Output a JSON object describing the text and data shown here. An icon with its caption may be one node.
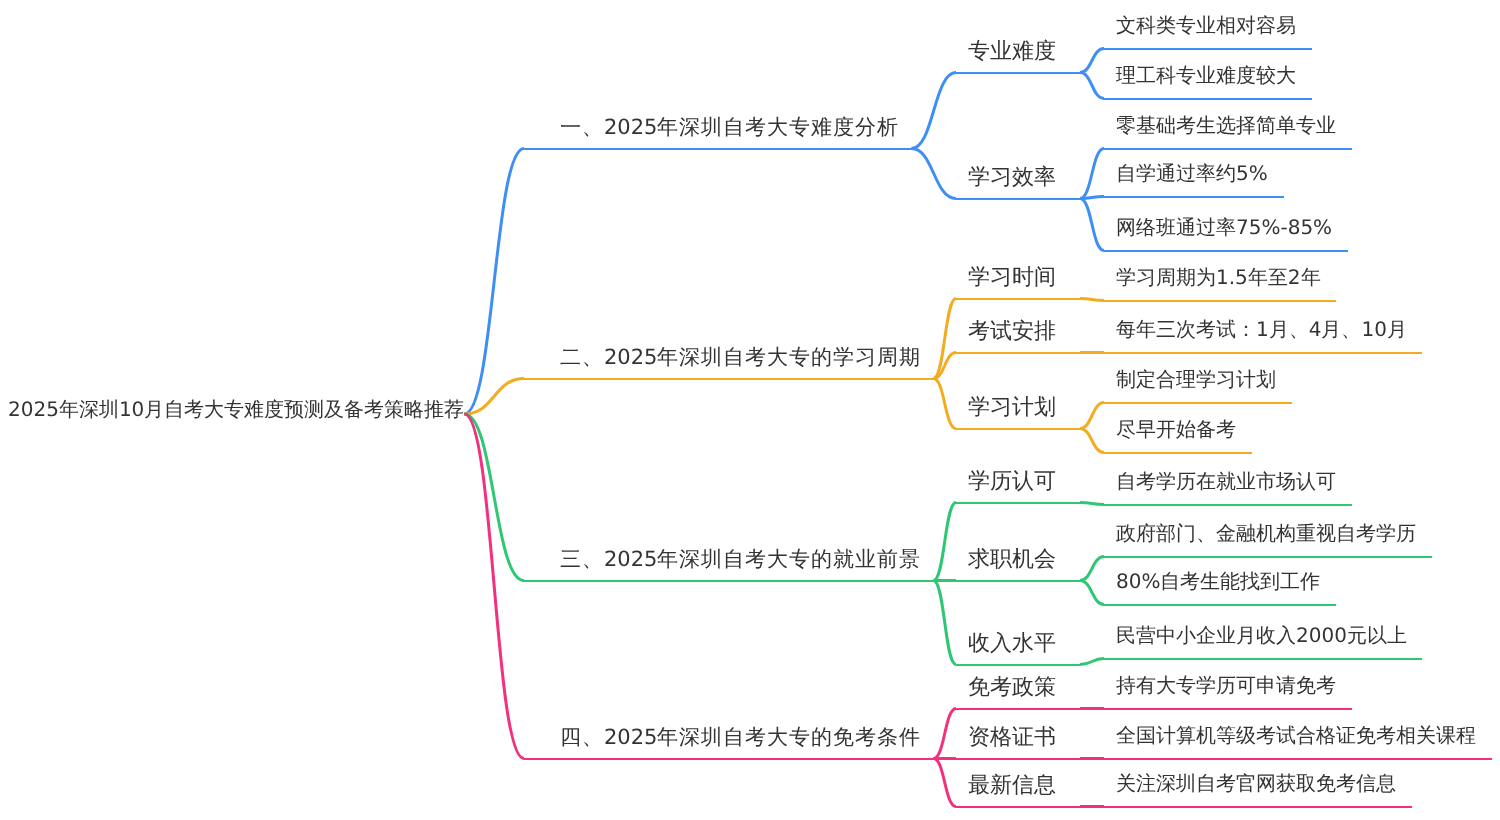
{
  "diagram": {
    "nodes": [
      {
        "text": [
          "2025年深圳10月自考大专难度预测及备考策略推荐"
        ]
      },
      {
        "text": [
          "一、2025年深圳自考大专难度分析"
        ]
      },
      {
        "text": [
          "专业难度"
        ]
      },
      {
        "text": [
          "文科类专业相对容易"
        ]
      },
      {
        "text": [
          "理工科专业难度较大"
        ]
      },
      {
        "text": [
          "学习效率"
        ]
      },
      {
        "text": [
          "零基础考生选择简单专业"
        ]
      },
      {
        "text": [
          "自学通过率约5%"
        ]
      },
      {
        "text": [
          "网络班通过率75%-85%"
        ]
      },
      {
        "text": [
          "二、2025年深圳自考大专的学习周期"
        ]
      },
      {
        "text": [
          "学习时间"
        ]
      },
      {
        "text": [
          "学习周期为1.5年至2年"
        ]
      },
      {
        "text": [
          "考试安排"
        ]
      },
      {
        "text": [
          "每年三次考试：1月、4月、10月"
        ]
      },
      {
        "text": [
          "学习计划"
        ]
      },
      {
        "text": [
          "制定合理学习计划"
        ]
      },
      {
        "text": [
          "尽早开始备考"
        ]
      },
      {
        "text": [
          "三、2025年深圳自考大专的就业前景"
        ]
      },
      {
        "text": [
          "学历认可"
        ]
      },
      {
        "text": [
          "自考学历在就业市场认可"
        ]
      },
      {
        "text": [
          "求职机会"
        ]
      },
      {
        "text": [
          "政府部门、金融机构重视自考学历"
        ]
      },
      {
        "text": [
          "80%自考生能找到工作"
        ]
      },
      {
        "text": [
          "收入水平"
        ]
      },
      {
        "text": [
          "民营中小企业月收入2000元以上"
        ]
      },
      {
        "text": [
          "四、2025年深圳自考大专的免考条件"
        ]
      },
      {
        "text": [
          "免考政策"
        ]
      },
      {
        "text": [
          "持有大专学历可申请免考"
        ]
      },
      {
        "text": [
          "资格证书"
        ]
      },
      {
        "text": [
          "全国计算机等级考试合格证免考相关课程"
        ]
      },
      {
        "text": [
          "最新信息"
        ]
      },
      {
        "text": [
          "关注深圳自考官网获取免考信息"
        ]
      }
    ],
    "edges": [
      {
        "from": 0,
        "to": 1,
        "arrow": "none",
        "color": "#3d8ef5"
      },
      {
        "from": 1,
        "to": 2,
        "arrow": "none",
        "color": "#3d8ef5"
      },
      {
        "from": 2,
        "to": 3,
        "arrow": "none",
        "color": "#3d8ef5"
      },
      {
        "from": 2,
        "to": 4,
        "arrow": "none",
        "color": "#3d8ef5"
      },
      {
        "from": 1,
        "to": 5,
        "arrow": "none",
        "color": "#3d8ef5"
      },
      {
        "from": 5,
        "to": 6,
        "arrow": "none",
        "color": "#3d8ef5"
      },
      {
        "from": 5,
        "to": 7,
        "arrow": "none",
        "color": "#3d8ef5"
      },
      {
        "from": 5,
        "to": 8,
        "arrow": "none",
        "color": "#3d8ef5"
      },
      {
        "from": 0,
        "to": 9,
        "arrow": "none",
        "color": "#f3ac1f"
      },
      {
        "from": 9,
        "to": 10,
        "arrow": "none",
        "color": "#f3ac1f"
      },
      {
        "from": 10,
        "to": 11,
        "arrow": "none",
        "color": "#f3ac1f"
      },
      {
        "from": 9,
        "to": 12,
        "arrow": "none",
        "color": "#f3ac1f"
      },
      {
        "from": 12,
        "to": 13,
        "arrow": "none",
        "color": "#f3ac1f"
      },
      {
        "from": 9,
        "to": 14,
        "arrow": "none",
        "color": "#f3ac1f"
      },
      {
        "from": 14,
        "to": 15,
        "arrow": "none",
        "color": "#f3ac1f"
      },
      {
        "from": 14,
        "to": 16,
        "arrow": "none",
        "color": "#f3ac1f"
      },
      {
        "from": 0,
        "to": 17,
        "arrow": "none",
        "color": "#2fc774"
      },
      {
        "from": 17,
        "to": 18,
        "arrow": "none",
        "color": "#2fc774"
      },
      {
        "from": 18,
        "to": 19,
        "arrow": "none",
        "color": "#2fc774"
      },
      {
        "from": 17,
        "to": 20,
        "arrow": "none",
        "color": "#2fc774"
      },
      {
        "from": 20,
        "to": 21,
        "arrow": "none",
        "color": "#2fc774"
      },
      {
        "from": 20,
        "to": 22,
        "arrow": "none",
        "color": "#2fc774"
      },
      {
        "from": 17,
        "to": 23,
        "arrow": "none",
        "color": "#2fc774"
      },
      {
        "from": 23,
        "to": 24,
        "arrow": "none",
        "color": "#2fc774"
      },
      {
        "from": 0,
        "to": 25,
        "arrow": "none",
        "color": "#f2307e"
      },
      {
        "from": 25,
        "to": 26,
        "arrow": "none",
        "color": "#f2307e"
      },
      {
        "from": 26,
        "to": 27,
        "arrow": "none",
        "color": "#f2307e"
      },
      {
        "from": 25,
        "to": 28,
        "arrow": "none",
        "color": "#f2307e"
      },
      {
        "from": 28,
        "to": 29,
        "arrow": "none",
        "color": "#f2307e"
      },
      {
        "from": 25,
        "to": 30,
        "arrow": "none",
        "color": "#f2307e"
      },
      {
        "from": 30,
        "to": 31,
        "arrow": "none",
        "color": "#f2307e"
      }
    ]
  }
}
